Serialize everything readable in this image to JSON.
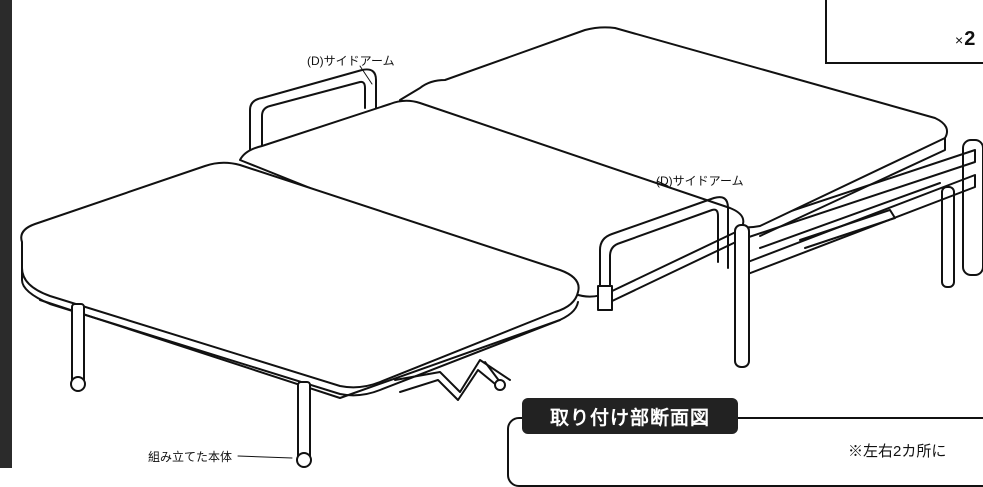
{
  "labels": {
    "side_arm_top": "(D)サイドアーム",
    "side_arm_mid": "(D)サイドアーム",
    "assembled_body": "組み立てた本体"
  },
  "parts_box": {
    "quantity": "2",
    "quantity_prefix": "×"
  },
  "section": {
    "title": "取り付け部断面図",
    "note": "※左右2カ所に"
  },
  "colors": {
    "line": "#111111",
    "fill": "#ffffff",
    "dark": "#222222"
  }
}
